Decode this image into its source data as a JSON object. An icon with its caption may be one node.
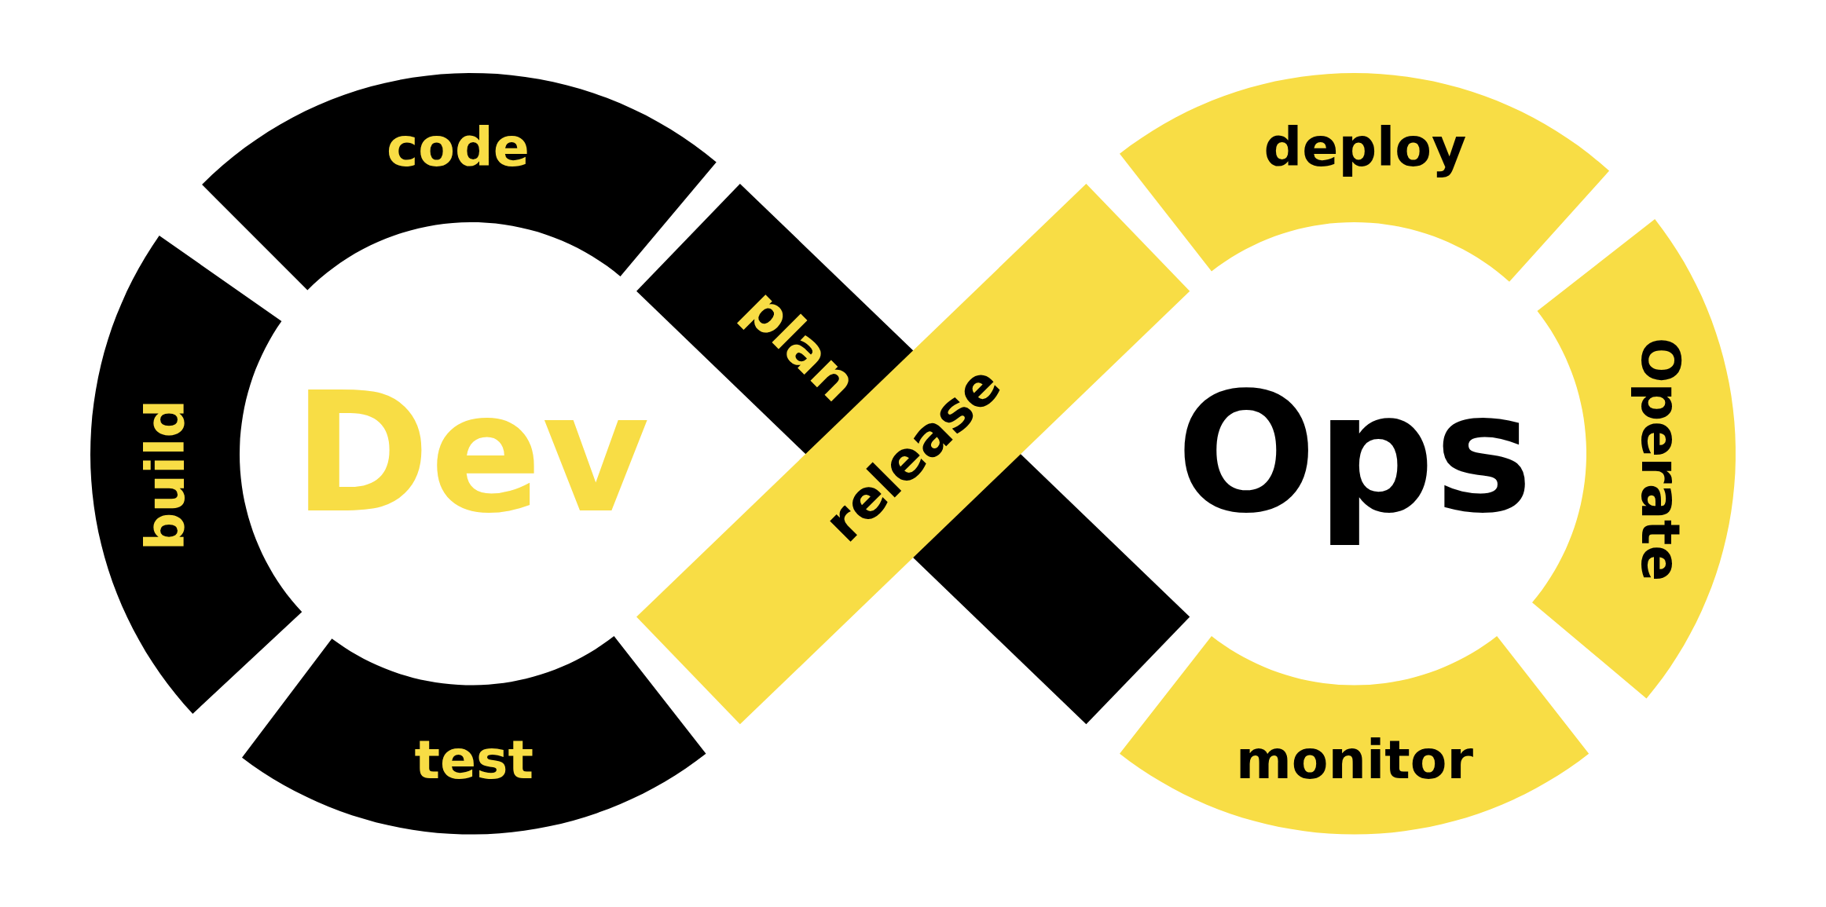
{
  "diagram": {
    "nodes": [
      {
        "text": [
          "plan"
        ]
      },
      {
        "text": [
          "code"
        ]
      },
      {
        "text": [
          "build"
        ]
      },
      {
        "text": [
          "test"
        ]
      },
      {
        "text": [
          "release"
        ]
      },
      {
        "text": [
          "deploy"
        ]
      },
      {
        "text": [
          "Operate"
        ]
      },
      {
        "text": [
          "monitor"
        ]
      }
    ],
    "edges": [],
    "labels": [
      "Dev",
      "Ops"
    ]
  }
}
